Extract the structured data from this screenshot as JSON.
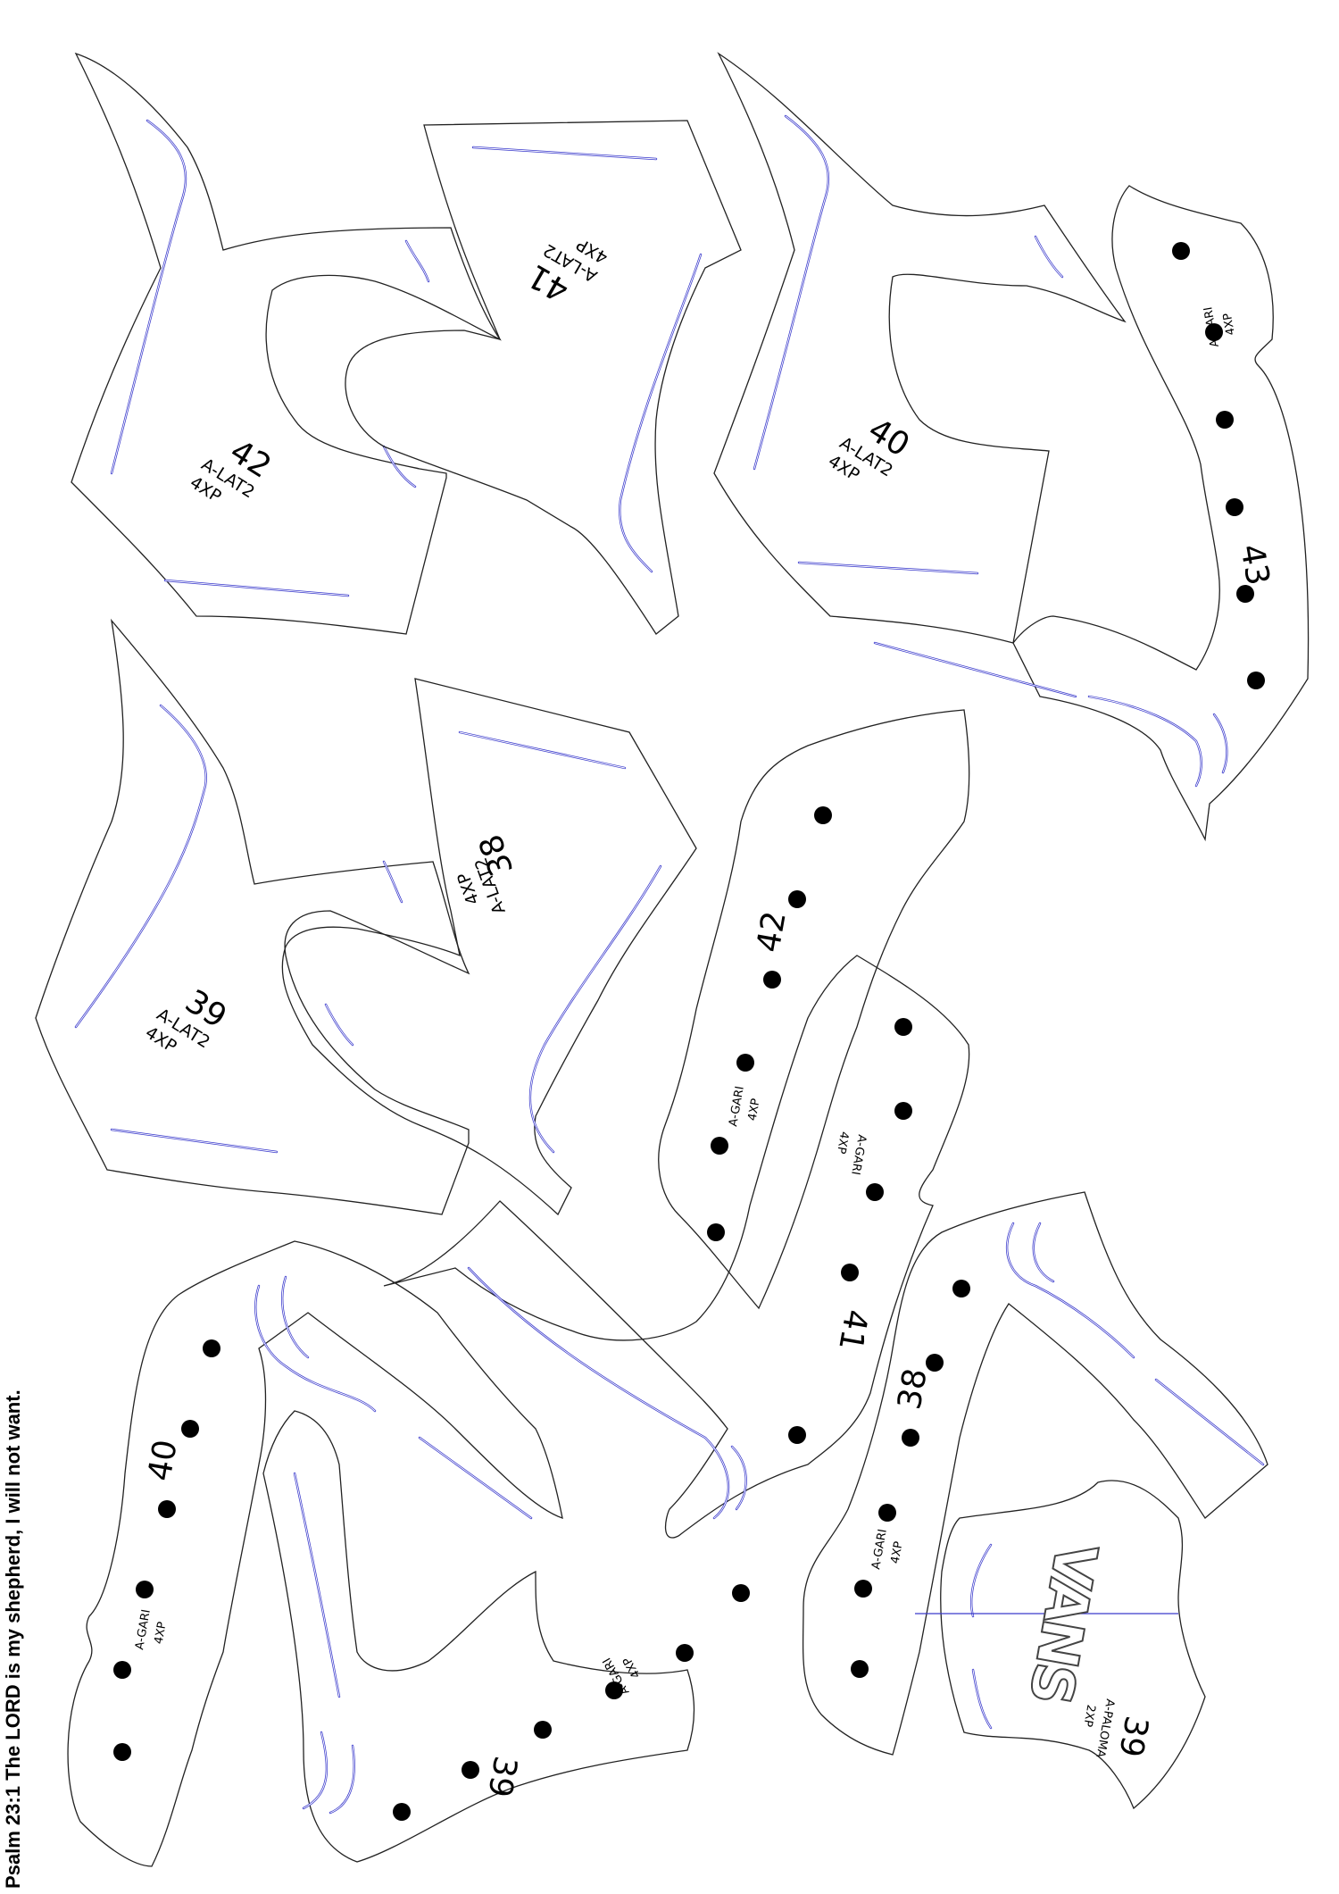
{
  "verse": "Psalm 23:1 The LORD is my shepherd, I will not want.",
  "logo": "VANS",
  "colors": {
    "outline": "#222222",
    "guide": "#3a3acc",
    "hole": "#000000"
  },
  "pieces": [
    {
      "size": "42",
      "model": "A-LAT2",
      "qty": "4XP"
    },
    {
      "size": "41",
      "model": "A-LAT2",
      "qty": "4XP"
    },
    {
      "size": "40",
      "model": "A-LAT2",
      "qty": "4XP"
    },
    {
      "size": "43",
      "model": "A-GARI",
      "qty": "4XP"
    },
    {
      "size": "39",
      "model": "A-LAT2",
      "qty": "4XP"
    },
    {
      "size": "38",
      "model": "A-LAT2",
      "qty": "4XP"
    },
    {
      "size": "42",
      "model": "A-GARI",
      "qty": "4XP"
    },
    {
      "size": "41",
      "model": "A-GARI",
      "qty": "4XP"
    },
    {
      "size": "40",
      "model": "A-GARI",
      "qty": "4XP"
    },
    {
      "size": "39",
      "model": "A-GARI",
      "qty": "4XP"
    },
    {
      "size": "38",
      "model": "A-GARI",
      "qty": "4XP"
    },
    {
      "size": "39",
      "model": "A-PALOMA",
      "qty": "2XP"
    }
  ]
}
